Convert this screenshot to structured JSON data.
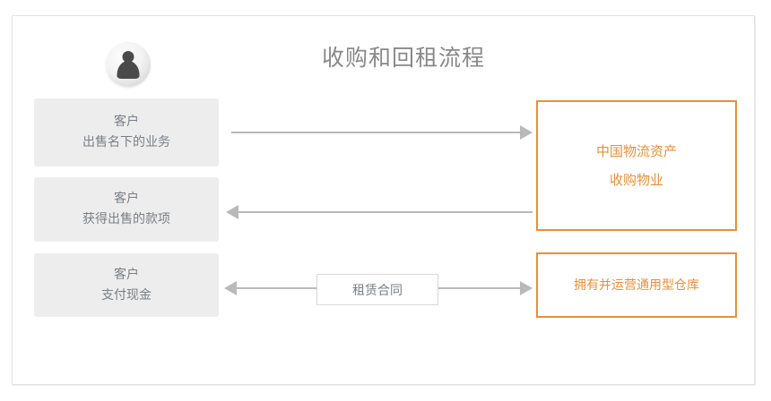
{
  "diagram": {
    "title": "收购和回租流程",
    "avatar_icon": "person-avatar-icon",
    "left_boxes": [
      {
        "line1": "客户",
        "line2": "出售名下的业务"
      },
      {
        "line1": "客户",
        "line2": "获得出售的款项"
      },
      {
        "line1": "客户",
        "line2": "支付现金"
      }
    ],
    "right_boxes": [
      {
        "line1": "中国物流资产",
        "line2": "收购物业"
      },
      {
        "line1": "拥有并运营通用型仓库",
        "line2": ""
      }
    ],
    "connectors": [
      {
        "name": "arrow-right",
        "direction": "right",
        "label": ""
      },
      {
        "name": "arrow-left",
        "direction": "left",
        "label": ""
      },
      {
        "name": "arrow-bidirectional",
        "direction": "both",
        "label": "租赁合同"
      }
    ],
    "center_label": "租赁合同",
    "colors": {
      "accent_orange": "#e9903a",
      "box_grey": "#ededed",
      "text_grey": "#7a7f85",
      "title_grey": "#898989",
      "arrow_grey": "#b9b9b9",
      "card_border": "#e3e3e3"
    }
  }
}
